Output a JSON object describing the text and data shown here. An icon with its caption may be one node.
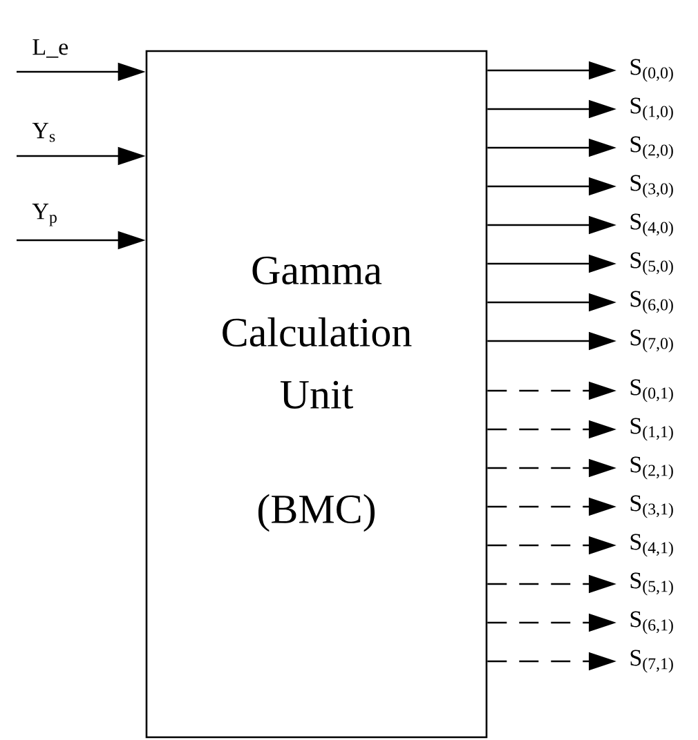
{
  "diagram": {
    "nodes": [
      {
        "text": [
          "Gamma Calculation Unit",
          "(BMC)"
        ]
      },
      {
        "text": [
          "S$_{(0,0)}$"
        ]
      },
      {
        "text": [
          "S$_{(1,0)}$"
        ]
      },
      {
        "text": [
          "S$_{(2,0)}$"
        ]
      },
      {
        "text": [
          "S$_{(3,0)}$"
        ]
      },
      {
        "text": [
          "S$_{(4,0)}$"
        ]
      },
      {
        "text": [
          "S$_{(5,0)}$"
        ]
      },
      {
        "text": [
          "S$_{(6,0)}$"
        ]
      },
      {
        "text": [
          "S$_{(7,0)}$"
        ]
      },
      {
        "text": [
          "S$_{(0,1)}$"
        ]
      },
      {
        "text": [
          "S$_{(1,1)}$"
        ]
      },
      {
        "text": [
          "S$_{(2,1)}$"
        ]
      },
      {
        "text": [
          "S$_{(3,1)}$"
        ]
      },
      {
        "text": [
          "S$_{(4,1)}$"
        ]
      },
      {
        "text": [
          "S$_{(5,1)}$"
        ]
      },
      {
        "text": [
          "S$_{(6,1)}$"
        ]
      },
      {
        "text": [
          "S$_{(7,1)}$"
        ]
      }
    ],
    "edges": [
      {
        "from": null,
        "to": 0,
        "arrow": "to",
        "label": "L_e"
      },
      {
        "from": null,
        "to": 0,
        "arrow": "to",
        "label": "Y$_{s}$"
      },
      {
        "from": null,
        "to": 0,
        "arrow": "to",
        "label": "Y$_{p}$"
      },
      {
        "from": 0,
        "to": 1,
        "arrow": "to"
      },
      {
        "from": 0,
        "to": 2,
        "arrow": "to"
      },
      {
        "from": 0,
        "to": 3,
        "arrow": "to"
      },
      {
        "from": 0,
        "to": 4,
        "arrow": "to"
      },
      {
        "from": 0,
        "to": 5,
        "arrow": "to"
      },
      {
        "from": 0,
        "to": 6,
        "arrow": "to"
      },
      {
        "from": 0,
        "to": 7,
        "arrow": "to"
      },
      {
        "from": 0,
        "to": 8,
        "arrow": "to"
      },
      {
        "from": 0,
        "to": 9,
        "arrow": "to",
        "style": "dashed"
      },
      {
        "from": 0,
        "to": 10,
        "arrow": "to",
        "style": "dashed"
      },
      {
        "from": 0,
        "to": 11,
        "arrow": "to",
        "style": "dashed"
      },
      {
        "from": 0,
        "to": 12,
        "arrow": "to",
        "style": "dashed"
      },
      {
        "from": 0,
        "to": 13,
        "arrow": "to",
        "style": "dashed"
      },
      {
        "from": 0,
        "to": 14,
        "arrow": "to",
        "style": "dashed"
      },
      {
        "from": 0,
        "to": 15,
        "arrow": "to",
        "style": "dashed"
      },
      {
        "from": 0,
        "to": 16,
        "arrow": "to",
        "style": "dashed"
      }
    ]
  }
}
